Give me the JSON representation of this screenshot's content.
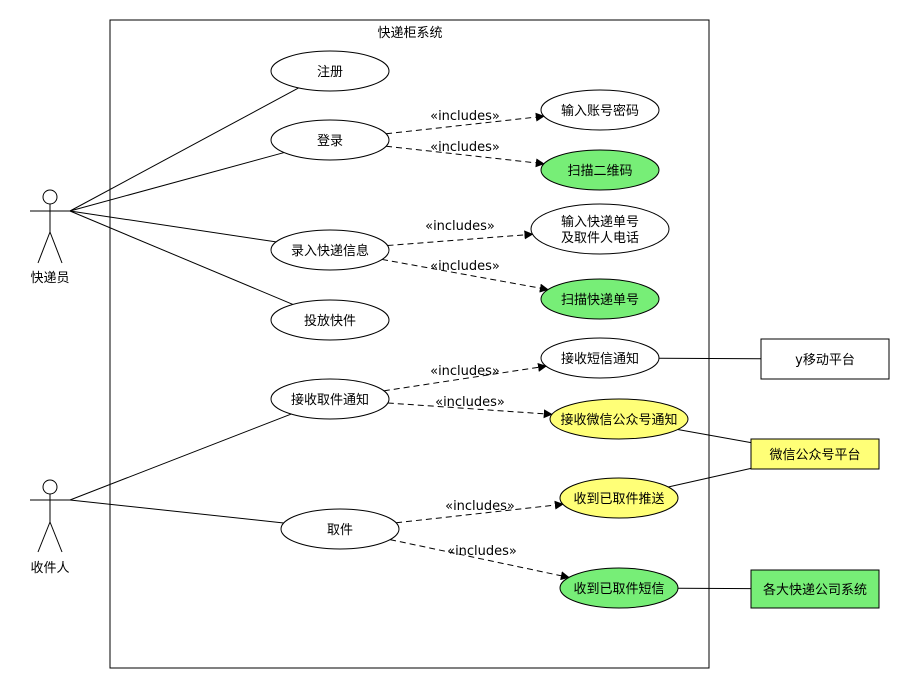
{
  "system": {
    "title": "快递柜系统"
  },
  "colors": {
    "green": "#77ee77",
    "yellow": "#ffff77",
    "white": "#ffffff",
    "stroke": "#000000"
  },
  "actors": [
    {
      "id": "courier",
      "label": "快递员"
    },
    {
      "id": "recipient",
      "label": "收件人"
    }
  ],
  "use_cases": [
    {
      "id": "register",
      "lines": [
        "注册"
      ],
      "fill": "white"
    },
    {
      "id": "login",
      "lines": [
        "登录"
      ],
      "fill": "white"
    },
    {
      "id": "enter-info",
      "lines": [
        "录入快递信息"
      ],
      "fill": "white"
    },
    {
      "id": "deliver",
      "lines": [
        "投放快件"
      ],
      "fill": "white"
    },
    {
      "id": "receive-notice",
      "lines": [
        "接收取件通知"
      ],
      "fill": "white"
    },
    {
      "id": "pickup",
      "lines": [
        "取件"
      ],
      "fill": "white"
    },
    {
      "id": "input-account",
      "lines": [
        "输入账号密码"
      ],
      "fill": "white"
    },
    {
      "id": "scan-qr",
      "lines": [
        "扫描二维码"
      ],
      "fill": "green"
    },
    {
      "id": "input-tracking",
      "lines": [
        "输入快递单号",
        "及取件人电话"
      ],
      "fill": "white"
    },
    {
      "id": "scan-tracking",
      "lines": [
        "扫描快递单号"
      ],
      "fill": "green"
    },
    {
      "id": "sms-notice",
      "lines": [
        "接收短信通知"
      ],
      "fill": "white"
    },
    {
      "id": "wechat-notice",
      "lines": [
        "接收微信公众号通知"
      ],
      "fill": "yellow"
    },
    {
      "id": "picked-push",
      "lines": [
        "收到已取件推送"
      ],
      "fill": "yellow"
    },
    {
      "id": "picked-sms",
      "lines": [
        "收到已取件短信"
      ],
      "fill": "green"
    }
  ],
  "externals": [
    {
      "id": "mobile-platform",
      "label": "y移动平台",
      "fill": "white"
    },
    {
      "id": "wechat-platform",
      "label": "微信公众号平台",
      "fill": "yellow"
    },
    {
      "id": "courier-companies",
      "label": "各大快递公司系统",
      "fill": "green"
    }
  ],
  "includes": [
    {
      "from": "login",
      "to": "input-account",
      "label": "«includes»"
    },
    {
      "from": "login",
      "to": "scan-qr",
      "label": "«includes»"
    },
    {
      "from": "enter-info",
      "to": "input-tracking",
      "label": "«includes»"
    },
    {
      "from": "enter-info",
      "to": "scan-tracking",
      "label": "«includes»"
    },
    {
      "from": "receive-notice",
      "to": "sms-notice",
      "label": "«includes»"
    },
    {
      "from": "receive-notice",
      "to": "wechat-notice",
      "label": "«includes»"
    },
    {
      "from": "pickup",
      "to": "picked-push",
      "label": "«includes»"
    },
    {
      "from": "pickup",
      "to": "picked-sms",
      "label": "«includes»"
    }
  ],
  "associations": [
    {
      "from": "courier",
      "to": "register"
    },
    {
      "from": "courier",
      "to": "login"
    },
    {
      "from": "courier",
      "to": "enter-info"
    },
    {
      "from": "courier",
      "to": "deliver"
    },
    {
      "from": "recipient",
      "to": "receive-notice"
    },
    {
      "from": "recipient",
      "to": "pickup"
    },
    {
      "from": "sms-notice",
      "to": "mobile-platform"
    },
    {
      "from": "wechat-notice",
      "to": "wechat-platform"
    },
    {
      "from": "picked-push",
      "to": "wechat-platform"
    },
    {
      "from": "picked-sms",
      "to": "courier-companies"
    }
  ]
}
